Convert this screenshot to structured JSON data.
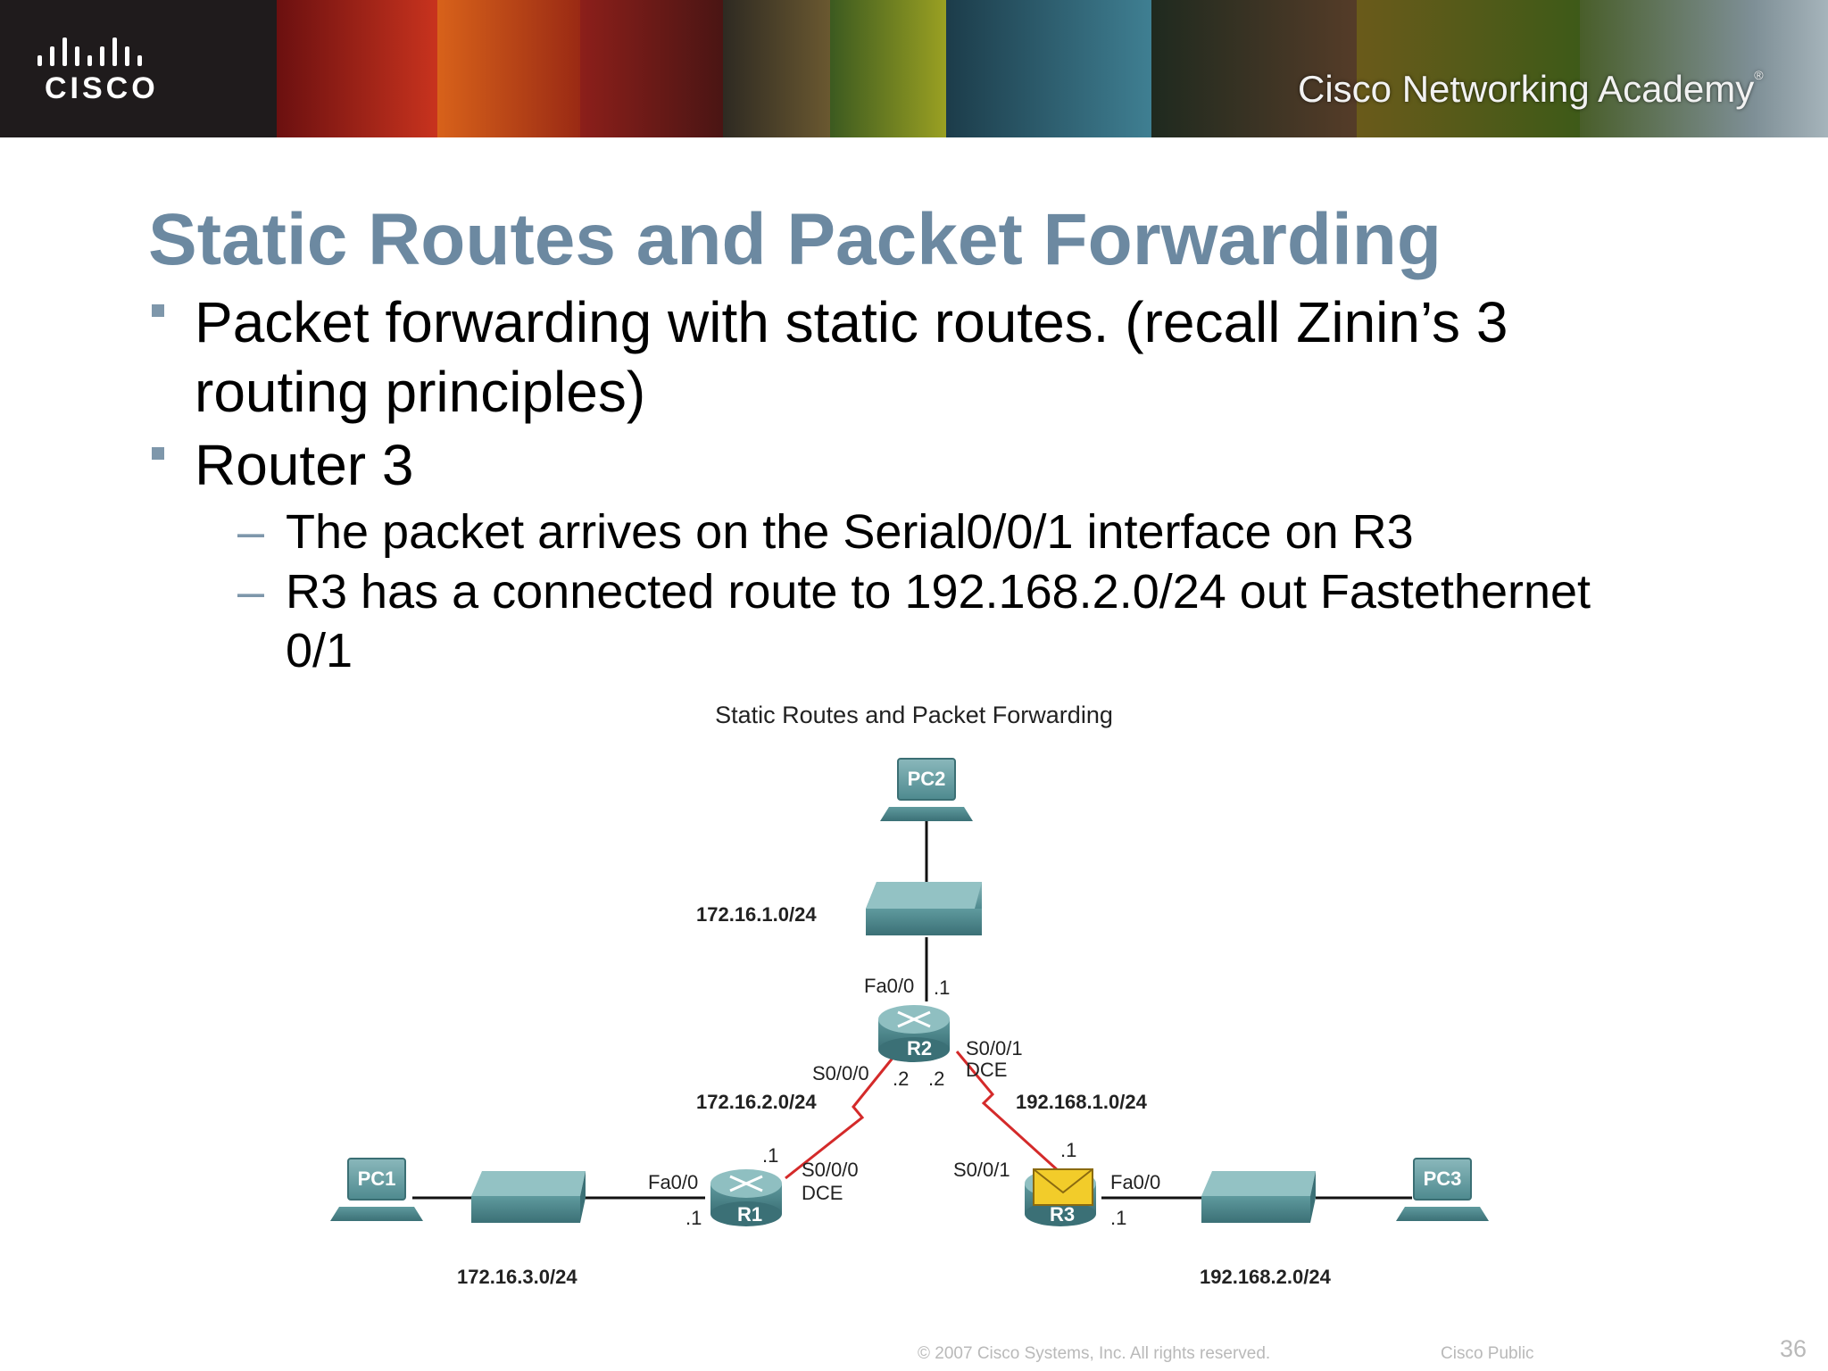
{
  "header": {
    "logo_text": "CISCO",
    "academy": "Cisco Networking Academy",
    "academy_mark": "®"
  },
  "slide": {
    "title": "Static Routes and Packet Forwarding",
    "bullets": [
      {
        "lines": [
          "Packet forwarding with static routes. (recall Zinin’s 3",
          "routing principles)"
        ]
      },
      {
        "lines": [
          "Router 3"
        ],
        "subs": [
          {
            "lines": [
              "The packet arrives on the Serial0/0/1 interface on R3"
            ]
          },
          {
            "lines": [
              "R3 has a connected route to 192.168.2.0/24 out Fastethernet",
              "0/1"
            ]
          }
        ]
      }
    ],
    "sub_marker": "–"
  },
  "diagram": {
    "title": "Static Routes and Packet Forwarding",
    "pcs": {
      "pc1": "PC1",
      "pc2": "PC2",
      "pc3": "PC3"
    },
    "routers": {
      "r1": "R1",
      "r2": "R2",
      "r3": "R3"
    },
    "networks": {
      "n_top": "172.16.1.0/24",
      "n_left_serial": "172.16.2.0/24",
      "n_right_serial": "192.168.1.0/24",
      "n_left_lan": "172.16.3.0/24",
      "n_right_lan": "192.168.2.0/24"
    },
    "labels": {
      "r2_fa": "Fa0/0",
      "r2_fa_ip": ".1",
      "r2_s000": "S0/0/0",
      "r2_s000_ip": ".2",
      "r2_s001_ip": ".2",
      "r2_s001": "S0/0/1",
      "r2_dce": "DCE",
      "r1_fa": "Fa0/0",
      "r1_fa_ip": ".1",
      "r1_s_ip": ".1",
      "r1_s": "S0/0/0",
      "r1_dce": "DCE",
      "r3_s": "S0/0/1",
      "r3_s_ip": ".1",
      "r3_fa": "Fa0/0",
      "r3_fa_ip": ".1"
    }
  },
  "footer": {
    "copyright": "© 2007 Cisco Systems, Inc. All rights reserved.",
    "classification": "Cisco Public",
    "page": "36"
  }
}
